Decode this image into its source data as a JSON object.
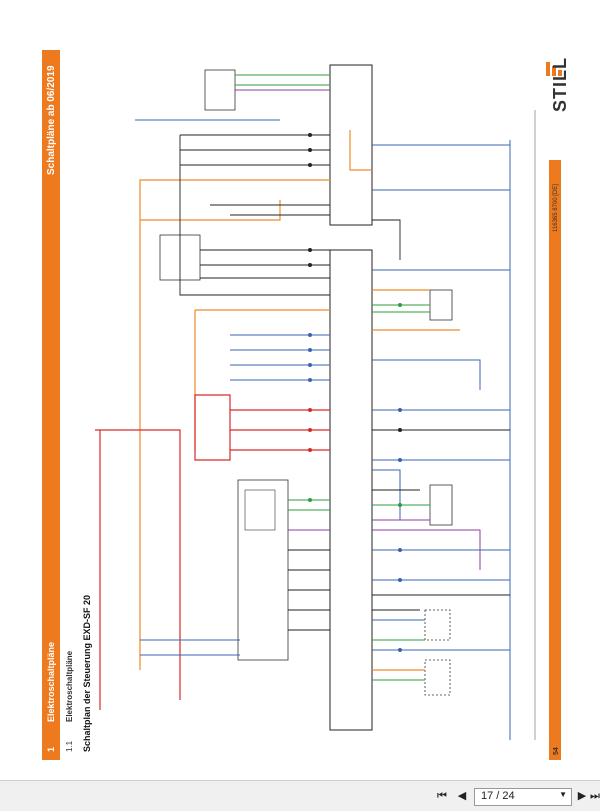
{
  "document": {
    "date_stamp": "Schaltpläne ab 06/2019",
    "section_number": "1",
    "section_title": "Elektroschaltpläne",
    "subsection_number": "1.1",
    "subsection_title": "Elektroschaltpläne",
    "diagram_title": "Schaltplan der Steuerung EXD-SF 20",
    "brand": "STILL",
    "doc_number": "116365 8700 [DE]",
    "page_number": "54",
    "colors": {
      "accent": "#ee7a1f",
      "wire_blue": "#3a64b0",
      "wire_red": "#d62a2a",
      "wire_orange": "#ee8a2a",
      "wire_green": "#2f9e3c",
      "wire_purple": "#8a3fa0"
    }
  },
  "viewer": {
    "first_icon": "first-page-icon",
    "prev_icon": "prev-page-icon",
    "next_icon": "next-page-icon",
    "last_icon": "last-page-icon",
    "page_value": "17 / 24"
  }
}
